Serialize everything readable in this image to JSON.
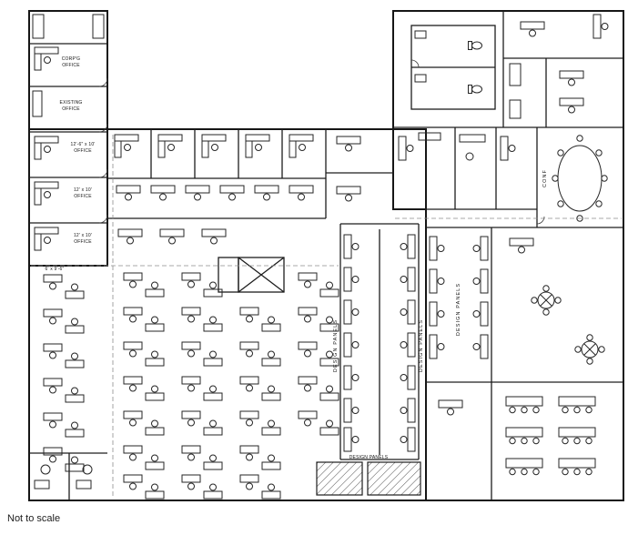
{
  "page": {
    "footnote": "Not to scale",
    "background": "#ffffff",
    "ink": "#1c1c1c"
  },
  "rooms": {
    "corp_office": {
      "line1": "CORP'G",
      "line2": "OFFICE"
    },
    "existing_office": {
      "line1": "EXISTING",
      "line2": "OFFICE"
    },
    "office_1": {
      "line1": "12'-6\" x 10'",
      "line2": "OFFICE"
    },
    "office_2": {
      "line1": "12' x 10'",
      "line2": "OFFICE"
    },
    "office_3": {
      "line1": "12' x 10'",
      "line2": "OFFICE"
    },
    "conference": {
      "label": "CONF"
    },
    "bullpen": {
      "dim_label": "6' x 9'-6\""
    },
    "design_panels": {
      "label": "DESIGN PANELS"
    }
  }
}
